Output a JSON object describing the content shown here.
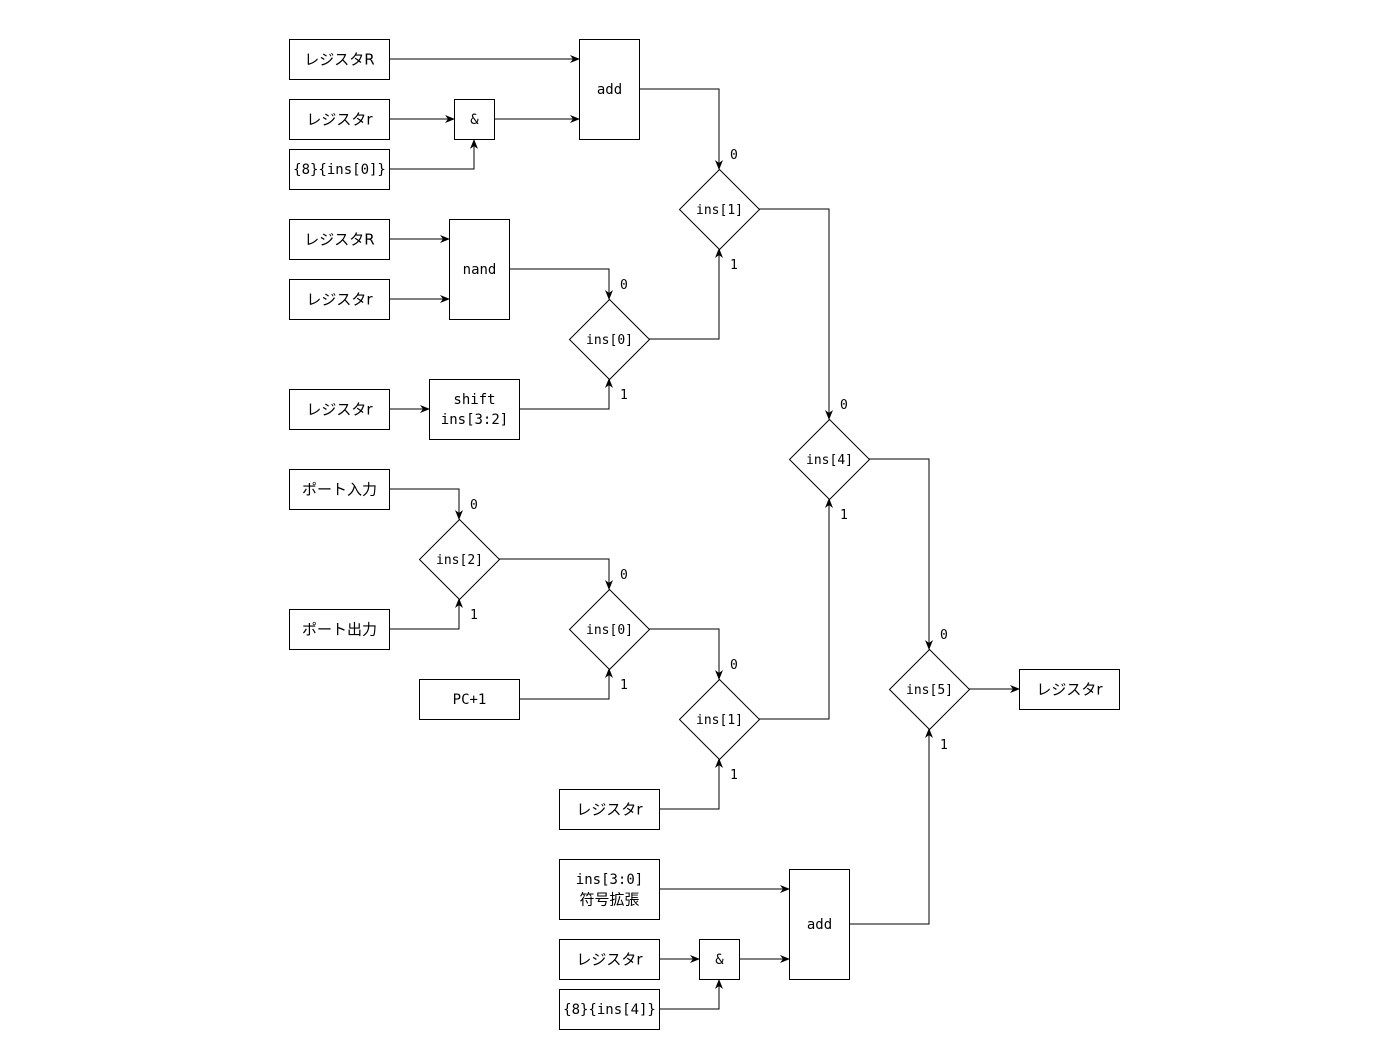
{
  "diagram": {
    "title": "",
    "colors": {
      "stroke": "#000000",
      "fill": "#ffffff",
      "text": "#000000"
    },
    "blocks": {
      "regR_1": "レジスタR",
      "regr_1": "レジスタr",
      "rep8_ins0": "{8}{ins[0]}",
      "and_1": "&",
      "add_1": "add",
      "regR_2": "レジスタR",
      "regr_2": "レジスタr",
      "nand": "nand",
      "regr_3": "レジスタr",
      "shift_line1": "shift",
      "shift_line2": "ins[3:2]",
      "port_in": "ポート入力",
      "port_out": "ポート出力",
      "pc_inc": "PC+1",
      "regr_4": "レジスタr",
      "imm_line1": "ins[3:0]",
      "imm_line2": "符号拡張",
      "regr_5": "レジスタr",
      "rep8_ins4": "{8}{ins[4]}",
      "and_2": "&",
      "add_2": "add",
      "regr_out": "レジスタr"
    },
    "muxes": {
      "m_ins1_top": {
        "label": "ins[1]",
        "in0": "0",
        "in1": "1"
      },
      "m_ins0_top": {
        "label": "ins[0]",
        "in0": "0",
        "in1": "1"
      },
      "m_ins4": {
        "label": "ins[4]",
        "in0": "0",
        "in1": "1"
      },
      "m_ins2": {
        "label": "ins[2]",
        "in0": "0",
        "in1": "1"
      },
      "m_ins0_mid": {
        "label": "ins[0]",
        "in0": "0",
        "in1": "1"
      },
      "m_ins1_mid": {
        "label": "ins[1]",
        "in0": "0",
        "in1": "1"
      },
      "m_ins5": {
        "label": "ins[5]",
        "in0": "0",
        "in1": "1"
      }
    }
  }
}
